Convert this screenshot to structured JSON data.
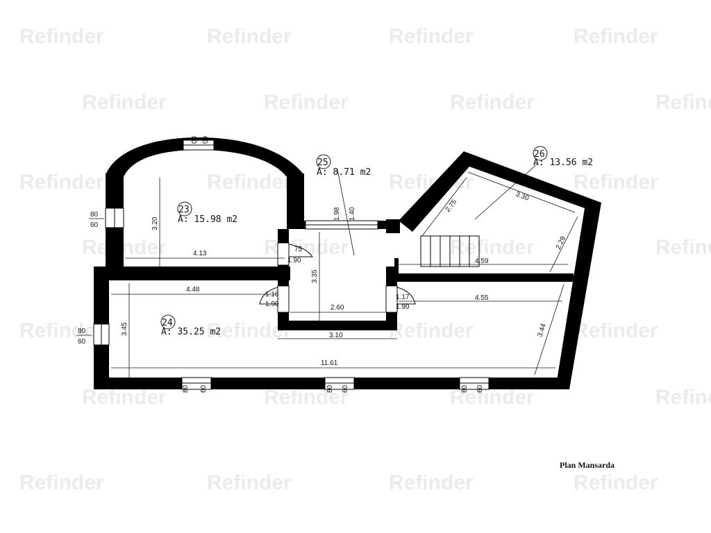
{
  "watermark": {
    "text": "Refinder"
  },
  "plan_title": "Plan Mansarda",
  "rooms": [
    {
      "number": "23",
      "area": "A: 15.98 m2"
    },
    {
      "number": "24",
      "area": "A: 35.25 m2"
    },
    {
      "number": "25",
      "area": "A: 8.71 m2"
    },
    {
      "number": "26",
      "area": "A: 13.56 m2"
    }
  ],
  "dimensions": {
    "d_4_13": "4.13",
    "d_3_20": "3.20",
    "d_4_48": "4.48",
    "d_3_45": "3.45",
    "d_11_61": "11.61",
    "d_3_35": "3.35",
    "d_2_60": "2.60",
    "d_3_10": "3.10",
    "d_4_55": "4.55",
    "d_3_44": "3.44",
    "d_4_59": "4.59",
    "d_2_75": "2.75",
    "d_3_30": "3.30",
    "d_2_29": "2.29",
    "d_1_98": "1.98",
    "d_1_40": "1.40"
  },
  "openings": {
    "w80": "80",
    "w60": "60",
    "door_75": "75",
    "door_190": "1.90",
    "door_116": "1.16",
    "door_117": "1.17"
  },
  "colors": {
    "wall": "#000000",
    "line": "#111111",
    "watermark": "#ebebeb"
  }
}
